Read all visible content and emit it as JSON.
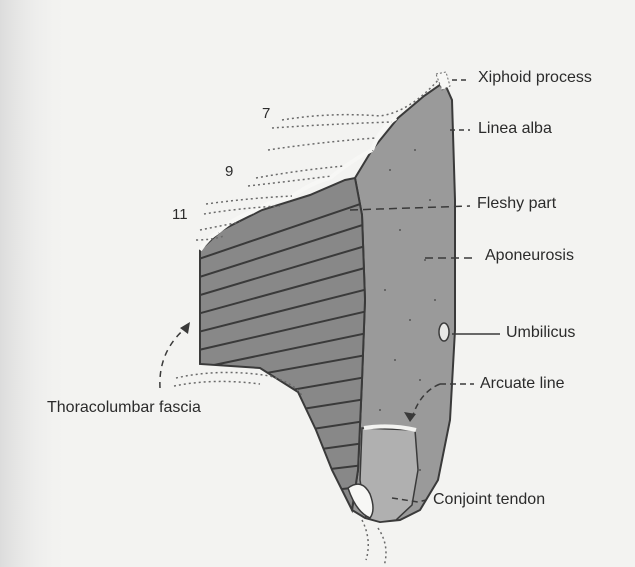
{
  "labels": {
    "xiphoid": "Xiphoid process",
    "linea_alba": "Linea alba",
    "fleshy": "Fleshy part",
    "aponeurosis": "Aponeurosis",
    "umbilicus": "Umbilicus",
    "arcuate": "Arcuate line",
    "thoracolumbar": "Thoracolumbar fascia",
    "conjoint": "Conjoint tendon"
  },
  "ribs": [
    "7",
    "9",
    "11"
  ],
  "colors": {
    "muscle": "#8c8c8c",
    "aponeurosis": "#9a9a9a",
    "line": "#3a3a3a",
    "paper": "#f3f3f1"
  }
}
